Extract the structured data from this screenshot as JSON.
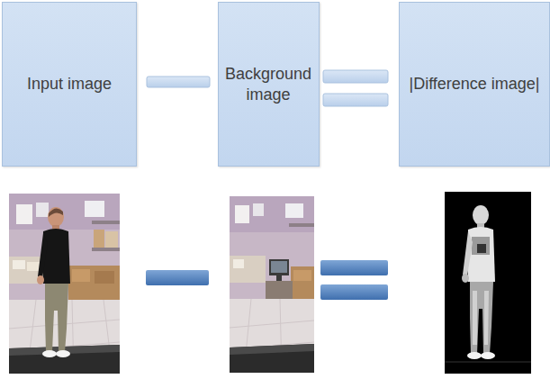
{
  "diagram": {
    "nodes": [
      {
        "text": [
          "Input image"
        ]
      },
      {
        "text": [
          "Background image"
        ]
      },
      {
        "text": [
          "|Difference image|"
        ]
      }
    ]
  }
}
